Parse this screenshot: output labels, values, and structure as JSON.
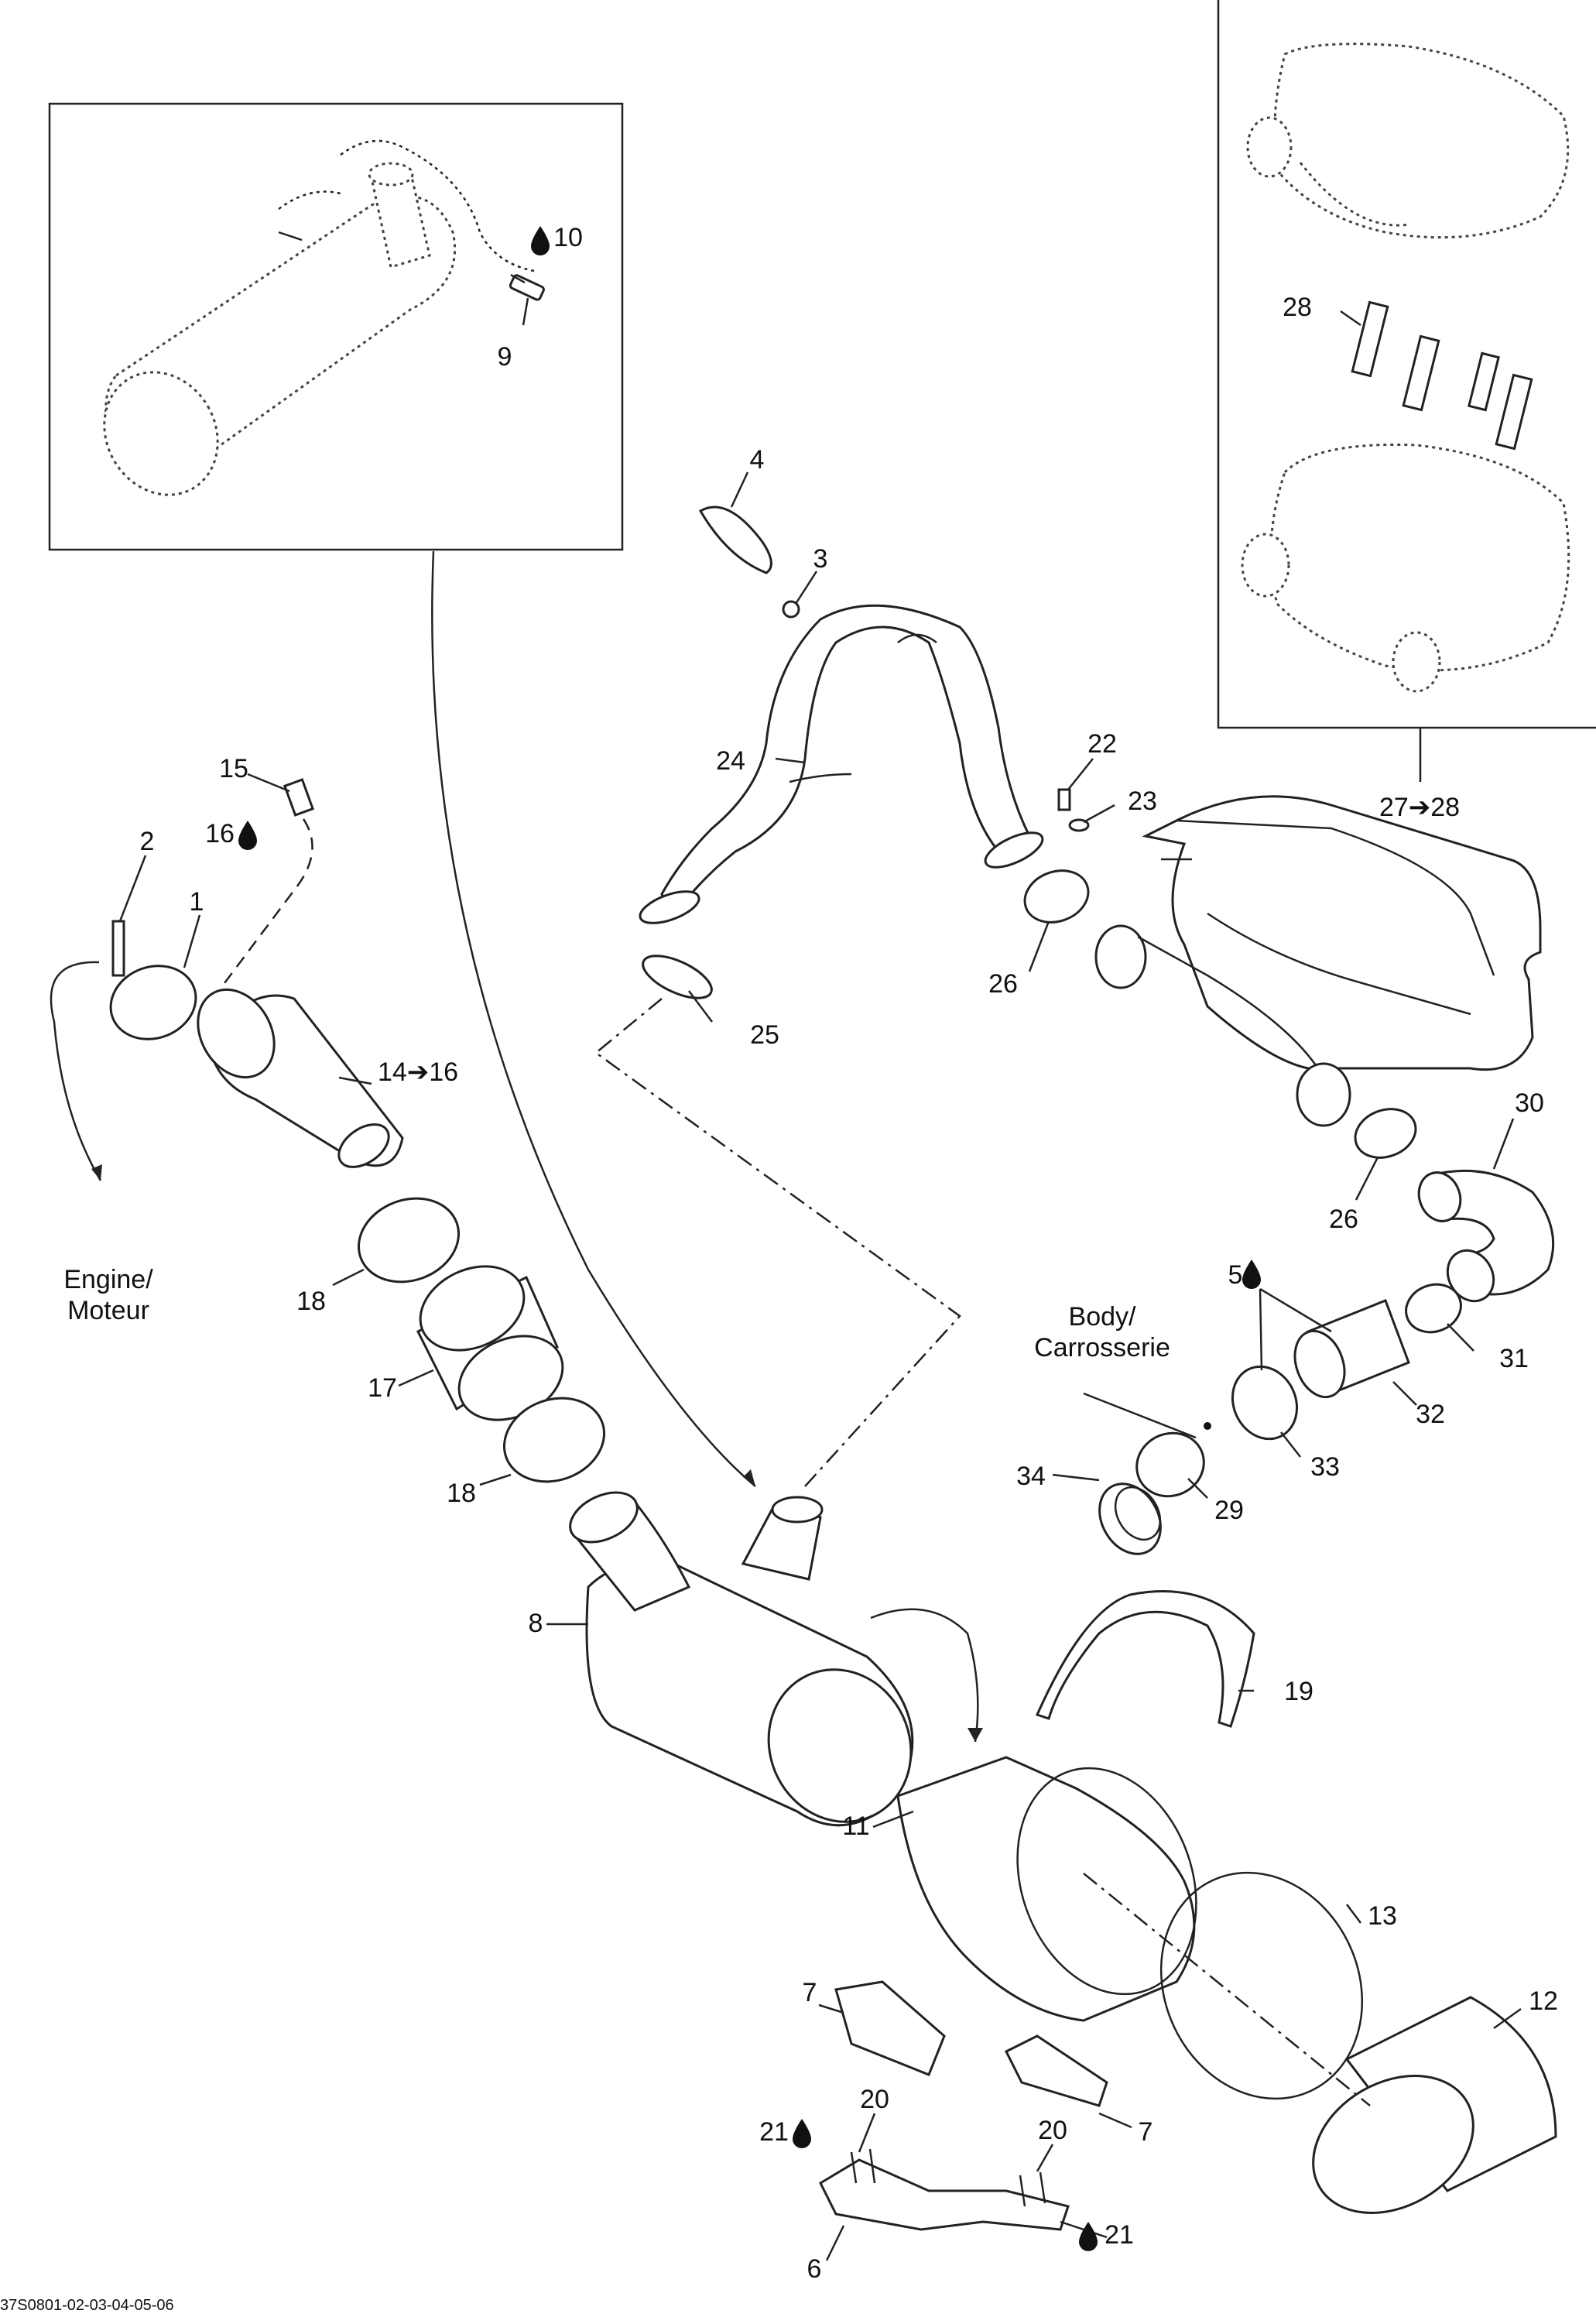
{
  "diagram": {
    "parts": [
      {
        "key": "p1",
        "label": "1"
      },
      {
        "key": "p2",
        "label": "2"
      },
      {
        "key": "p3",
        "label": "3"
      },
      {
        "key": "p4",
        "label": "4"
      },
      {
        "key": "p5",
        "label": "5"
      },
      {
        "key": "p6",
        "label": "6"
      },
      {
        "key": "p7a",
        "label": "7"
      },
      {
        "key": "p7b",
        "label": "7"
      },
      {
        "key": "p8",
        "label": "8"
      },
      {
        "key": "p9",
        "label": "9"
      },
      {
        "key": "p10",
        "label": "10"
      },
      {
        "key": "p11",
        "label": "11"
      },
      {
        "key": "p12",
        "label": "12"
      },
      {
        "key": "p13",
        "label": "13"
      },
      {
        "key": "p14",
        "label": "14➔16"
      },
      {
        "key": "p15",
        "label": "15"
      },
      {
        "key": "p16",
        "label": "16"
      },
      {
        "key": "p17",
        "label": "17"
      },
      {
        "key": "p18a",
        "label": "18"
      },
      {
        "key": "p18b",
        "label": "18"
      },
      {
        "key": "p19",
        "label": "19"
      },
      {
        "key": "p20a",
        "label": "20"
      },
      {
        "key": "p20b",
        "label": "20"
      },
      {
        "key": "p21a",
        "label": "21"
      },
      {
        "key": "p21b",
        "label": "21"
      },
      {
        "key": "p22",
        "label": "22"
      },
      {
        "key": "p23",
        "label": "23"
      },
      {
        "key": "p24",
        "label": "24"
      },
      {
        "key": "p25",
        "label": "25"
      },
      {
        "key": "p26a",
        "label": "26"
      },
      {
        "key": "p26b",
        "label": "26"
      },
      {
        "key": "p27",
        "label": "27➔28"
      },
      {
        "key": "p28",
        "label": "28"
      },
      {
        "key": "p29",
        "label": "29"
      },
      {
        "key": "p30",
        "label": "30"
      },
      {
        "key": "p31",
        "label": "31"
      },
      {
        "key": "p32",
        "label": "32"
      },
      {
        "key": "p33",
        "label": "33"
      },
      {
        "key": "p34",
        "label": "34"
      }
    ],
    "engine_label_line1": "Engine/",
    "engine_label_line2": "Moteur",
    "body_label_line1": "Body/",
    "body_label_line2": "Carrosserie",
    "drawing_reference": "37S0801-02-03-04-05-06",
    "icons": {
      "sealant": "oil-drop-icon"
    }
  }
}
